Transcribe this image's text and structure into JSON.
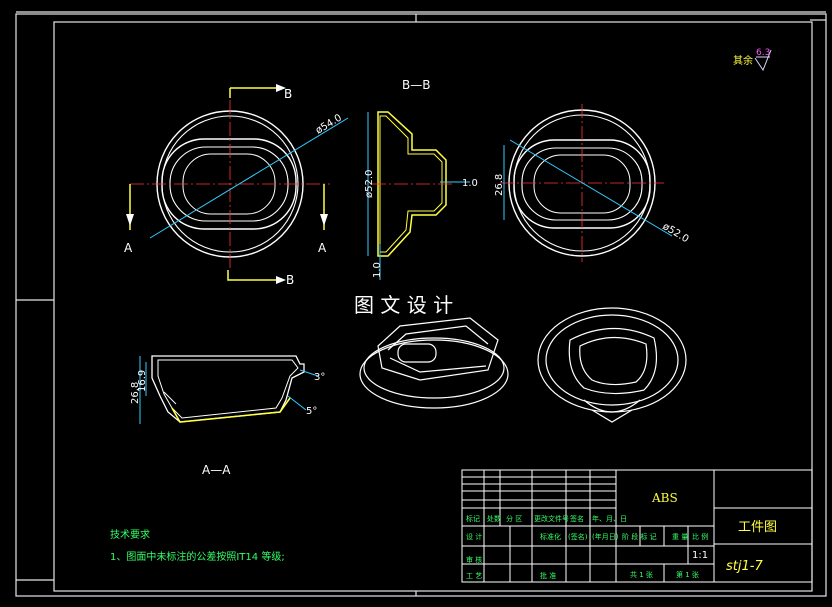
{
  "roughness_mark": {
    "prefix": "其余",
    "value": "6.3"
  },
  "views": {
    "section_bb_title": "B—B",
    "section_aa_title": "A—A",
    "cut_letters": {
      "a": "A",
      "b": "B"
    }
  },
  "dimensions": {
    "dia_54": "ø54.0",
    "dia_52_side": "ø52.0",
    "thick_top": "1.0",
    "thick_bottom": "1.0",
    "height_26_8_right": "26.8",
    "dia_52_right": "ø52.0",
    "height_26_8_left": "26.8",
    "height_16_9": "16.9",
    "angle_3": "3°",
    "angle_5": "5°"
  },
  "watermark": "图 文 设 计",
  "tech_notes": {
    "heading": "技术要求",
    "item1": "1、图面中未标注的公差按照IT14 等级;"
  },
  "title_block": {
    "material": "ABS",
    "drawing_name": "工件图",
    "drawing_code": "stj1-7",
    "scale": "1:1",
    "row_labels": [
      "标记",
      "处数",
      "分 区",
      "更改文件号",
      "签名",
      "年、月、日"
    ],
    "design": "设 计",
    "standardization": "标准化",
    "sign": "(签名)",
    "date": "(年月日)",
    "stage_cols": [
      "阶 段 标 记",
      "重 量",
      "比 例"
    ],
    "review": "审 核",
    "process": "工 艺",
    "approve": "批 准",
    "sheets": "共 1 张",
    "sheet_no": "第 1 张"
  }
}
